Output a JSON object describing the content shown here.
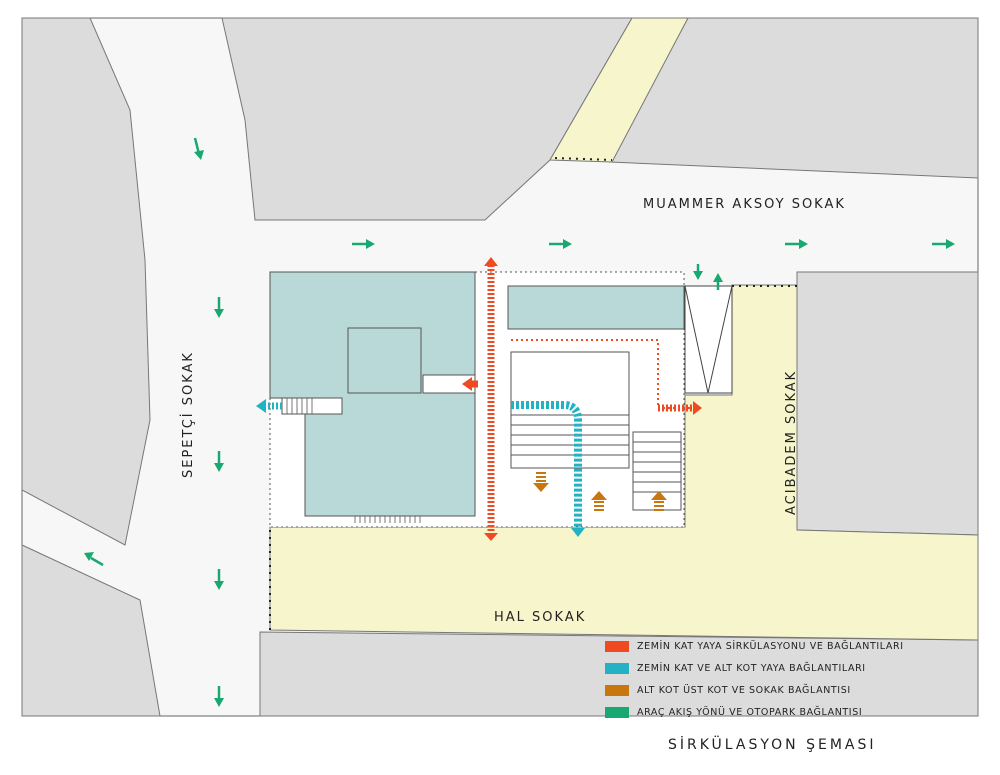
{
  "streets": {
    "muammer": "MUAMMER AKSOY SOKAK",
    "sepetci": "SEPETÇİ SOKAK",
    "acibadem": "ACIBADEM SOKAK",
    "hal": "HAL SOKAK"
  },
  "legend": [
    {
      "label": "ZEMİN KAT YAYA SİRKÜLASYONU VE BAĞLANTILARI",
      "color": "#f04a23"
    },
    {
      "label": "ZEMİN KAT VE ALT KOT YAYA BAĞLANTILARI",
      "color": "#22b2c4"
    },
    {
      "label": "ALT KOT ÜST KOT VE SOKAK BAĞLANTISI",
      "color": "#c8760e"
    },
    {
      "label": "ARAÇ AKIŞ YÖNÜ VE OTOPARK BAĞLANTISI",
      "color": "#19a871"
    }
  ],
  "caption": "SİRKÜLASYON ŞEMASI",
  "colors": {
    "block": "#dcdcdc",
    "road": "#f7f7f7",
    "plaza": "#f6f5cc",
    "building": "#b9d9d8",
    "pedestrian_ground": "#f04a23",
    "pedestrian_lower": "#22b2c4",
    "level_link": "#c8760e",
    "vehicle": "#19a871"
  },
  "icons": [
    "vehicle-flow-arrow",
    "pedestrian-route-arrow",
    "stair-link-arrow",
    "stairs"
  ]
}
